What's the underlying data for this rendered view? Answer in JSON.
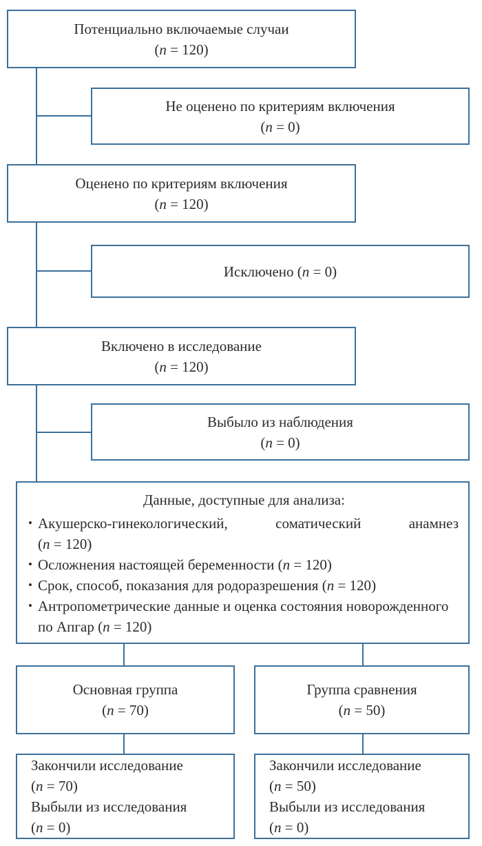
{
  "n_symbol": "n",
  "potential": {
    "title": "Потенциально включаемые случаи",
    "n": "= 120"
  },
  "not_assessed": {
    "title": "Не оценено по критериям включения",
    "n": "= 0"
  },
  "assessed": {
    "title": "Оценено по критериям включения",
    "n": "= 120"
  },
  "excluded": {
    "title": "Исключено",
    "n": "= 0"
  },
  "included": {
    "title": "Включено в исследование",
    "n": "= 120"
  },
  "dropped": {
    "title": "Выбыло из наблюдения",
    "n": "= 0"
  },
  "analysis": {
    "title": "Данные, доступные для анализа:",
    "items": [
      {
        "text": "Акушерско-гинекологический, соматический анамнез",
        "n": "= 120"
      },
      {
        "text": "Осложнения настоящей беременности",
        "n": "= 120"
      },
      {
        "text": "Срок, способ, показания для родоразрешения",
        "n": "= 120"
      },
      {
        "text": "Антропометрические данные и оценка состояния новорожденного по Апгар",
        "n": "= 120"
      }
    ]
  },
  "main_group": {
    "title": "Основная группа",
    "n": "= 70"
  },
  "comparison_group": {
    "title": "Группа сравнения",
    "n": "= 50"
  },
  "main_final": {
    "completed": "Закончили исследование",
    "completed_n": "= 70",
    "dropped": "Выбыли из исследования",
    "dropped_n": "= 0"
  },
  "comparison_final": {
    "completed": "Закончили исследование",
    "completed_n": "= 50",
    "dropped": "Выбыли из исследования",
    "dropped_n": "= 0"
  },
  "colors": {
    "border": "#3b6f9a",
    "text": "#2b2b2b"
  }
}
